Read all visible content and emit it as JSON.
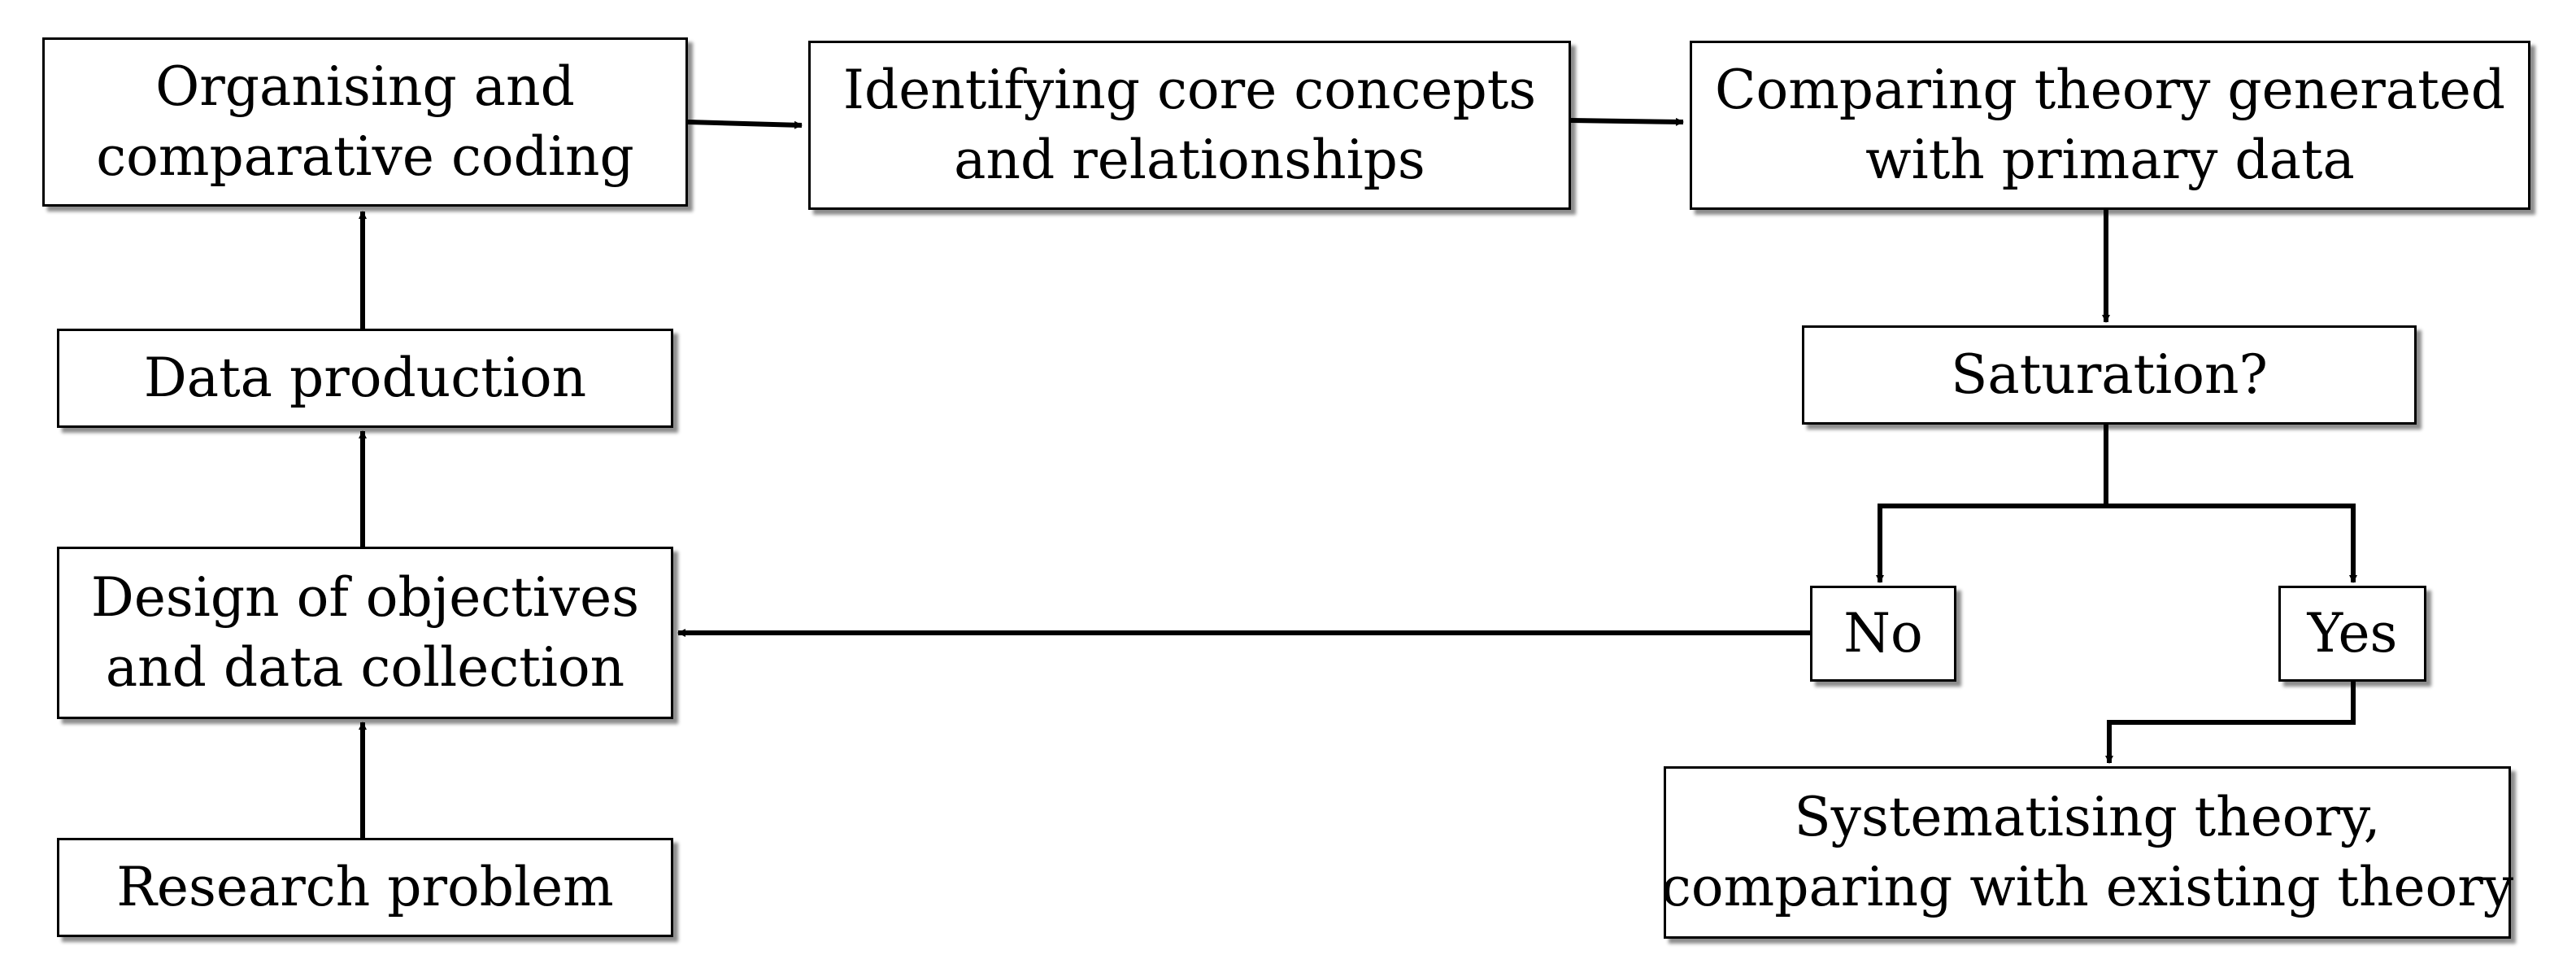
{
  "nodes": {
    "organising": {
      "lines": [
        "Organising and",
        "comparative coding"
      ]
    },
    "identifying": {
      "lines": [
        "Identifying core concepts",
        "and relationships"
      ]
    },
    "comparing": {
      "lines": [
        "Comparing theory generated",
        "with primary data"
      ]
    },
    "data_production": {
      "lines": [
        "Data production"
      ]
    },
    "saturation": {
      "lines": [
        "Saturation?"
      ]
    },
    "design": {
      "lines": [
        "Design of objectives",
        "and data collection"
      ]
    },
    "no": {
      "lines": [
        "No"
      ]
    },
    "yes": {
      "lines": [
        "Yes"
      ]
    },
    "research_problem": {
      "lines": [
        "Research problem"
      ]
    },
    "systematising": {
      "lines": [
        "Systematising theory,",
        "comparing with existing theory"
      ]
    }
  },
  "edges": [
    {
      "from": "research_problem",
      "to": "design"
    },
    {
      "from": "design",
      "to": "data_production"
    },
    {
      "from": "data_production",
      "to": "organising"
    },
    {
      "from": "organising",
      "to": "identifying"
    },
    {
      "from": "identifying",
      "to": "comparing"
    },
    {
      "from": "comparing",
      "to": "saturation"
    },
    {
      "from": "saturation",
      "to": "no"
    },
    {
      "from": "saturation",
      "to": "yes"
    },
    {
      "from": "no",
      "to": "design"
    },
    {
      "from": "yes",
      "to": "systematising"
    }
  ]
}
